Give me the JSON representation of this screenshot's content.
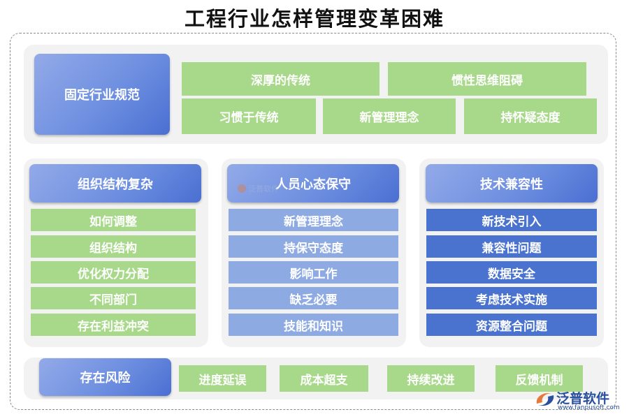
{
  "title": "工程行业怎样管理变革困难",
  "top": {
    "main": "固定行业规范",
    "items": [
      "深厚的传统",
      "惯性思维阻碍",
      "习惯于传统",
      "新管理理念",
      "持怀疑态度"
    ]
  },
  "columns": [
    {
      "head": "组织结构复杂",
      "items": [
        "如何调整",
        "组织结构",
        "优化权力分配",
        "不同部门",
        "存在利益冲突"
      ]
    },
    {
      "head": "人员心态保守",
      "items": [
        "新管理理念",
        "持保守态度",
        "影响工作",
        "缺乏必要",
        "技能和知识"
      ]
    },
    {
      "head": "技术兼容性",
      "items": [
        "新技术引入",
        "兼容性问题",
        "数据安全",
        "考虑技术实施",
        "资源整合问题"
      ]
    }
  ],
  "bottom": {
    "main": "存在风险",
    "items": [
      "进度延误",
      "成本超支",
      "持续改进",
      "反馈机制"
    ]
  },
  "watermark": "泛普软件",
  "brand": {
    "name": "泛普软件",
    "url": "www.fanpusoft.com"
  },
  "colors": {
    "green": "#a8d98a",
    "light_blue": "#8eaae3",
    "dark_blue": "#4a72cf",
    "main_blue": "#6e8fe0"
  }
}
